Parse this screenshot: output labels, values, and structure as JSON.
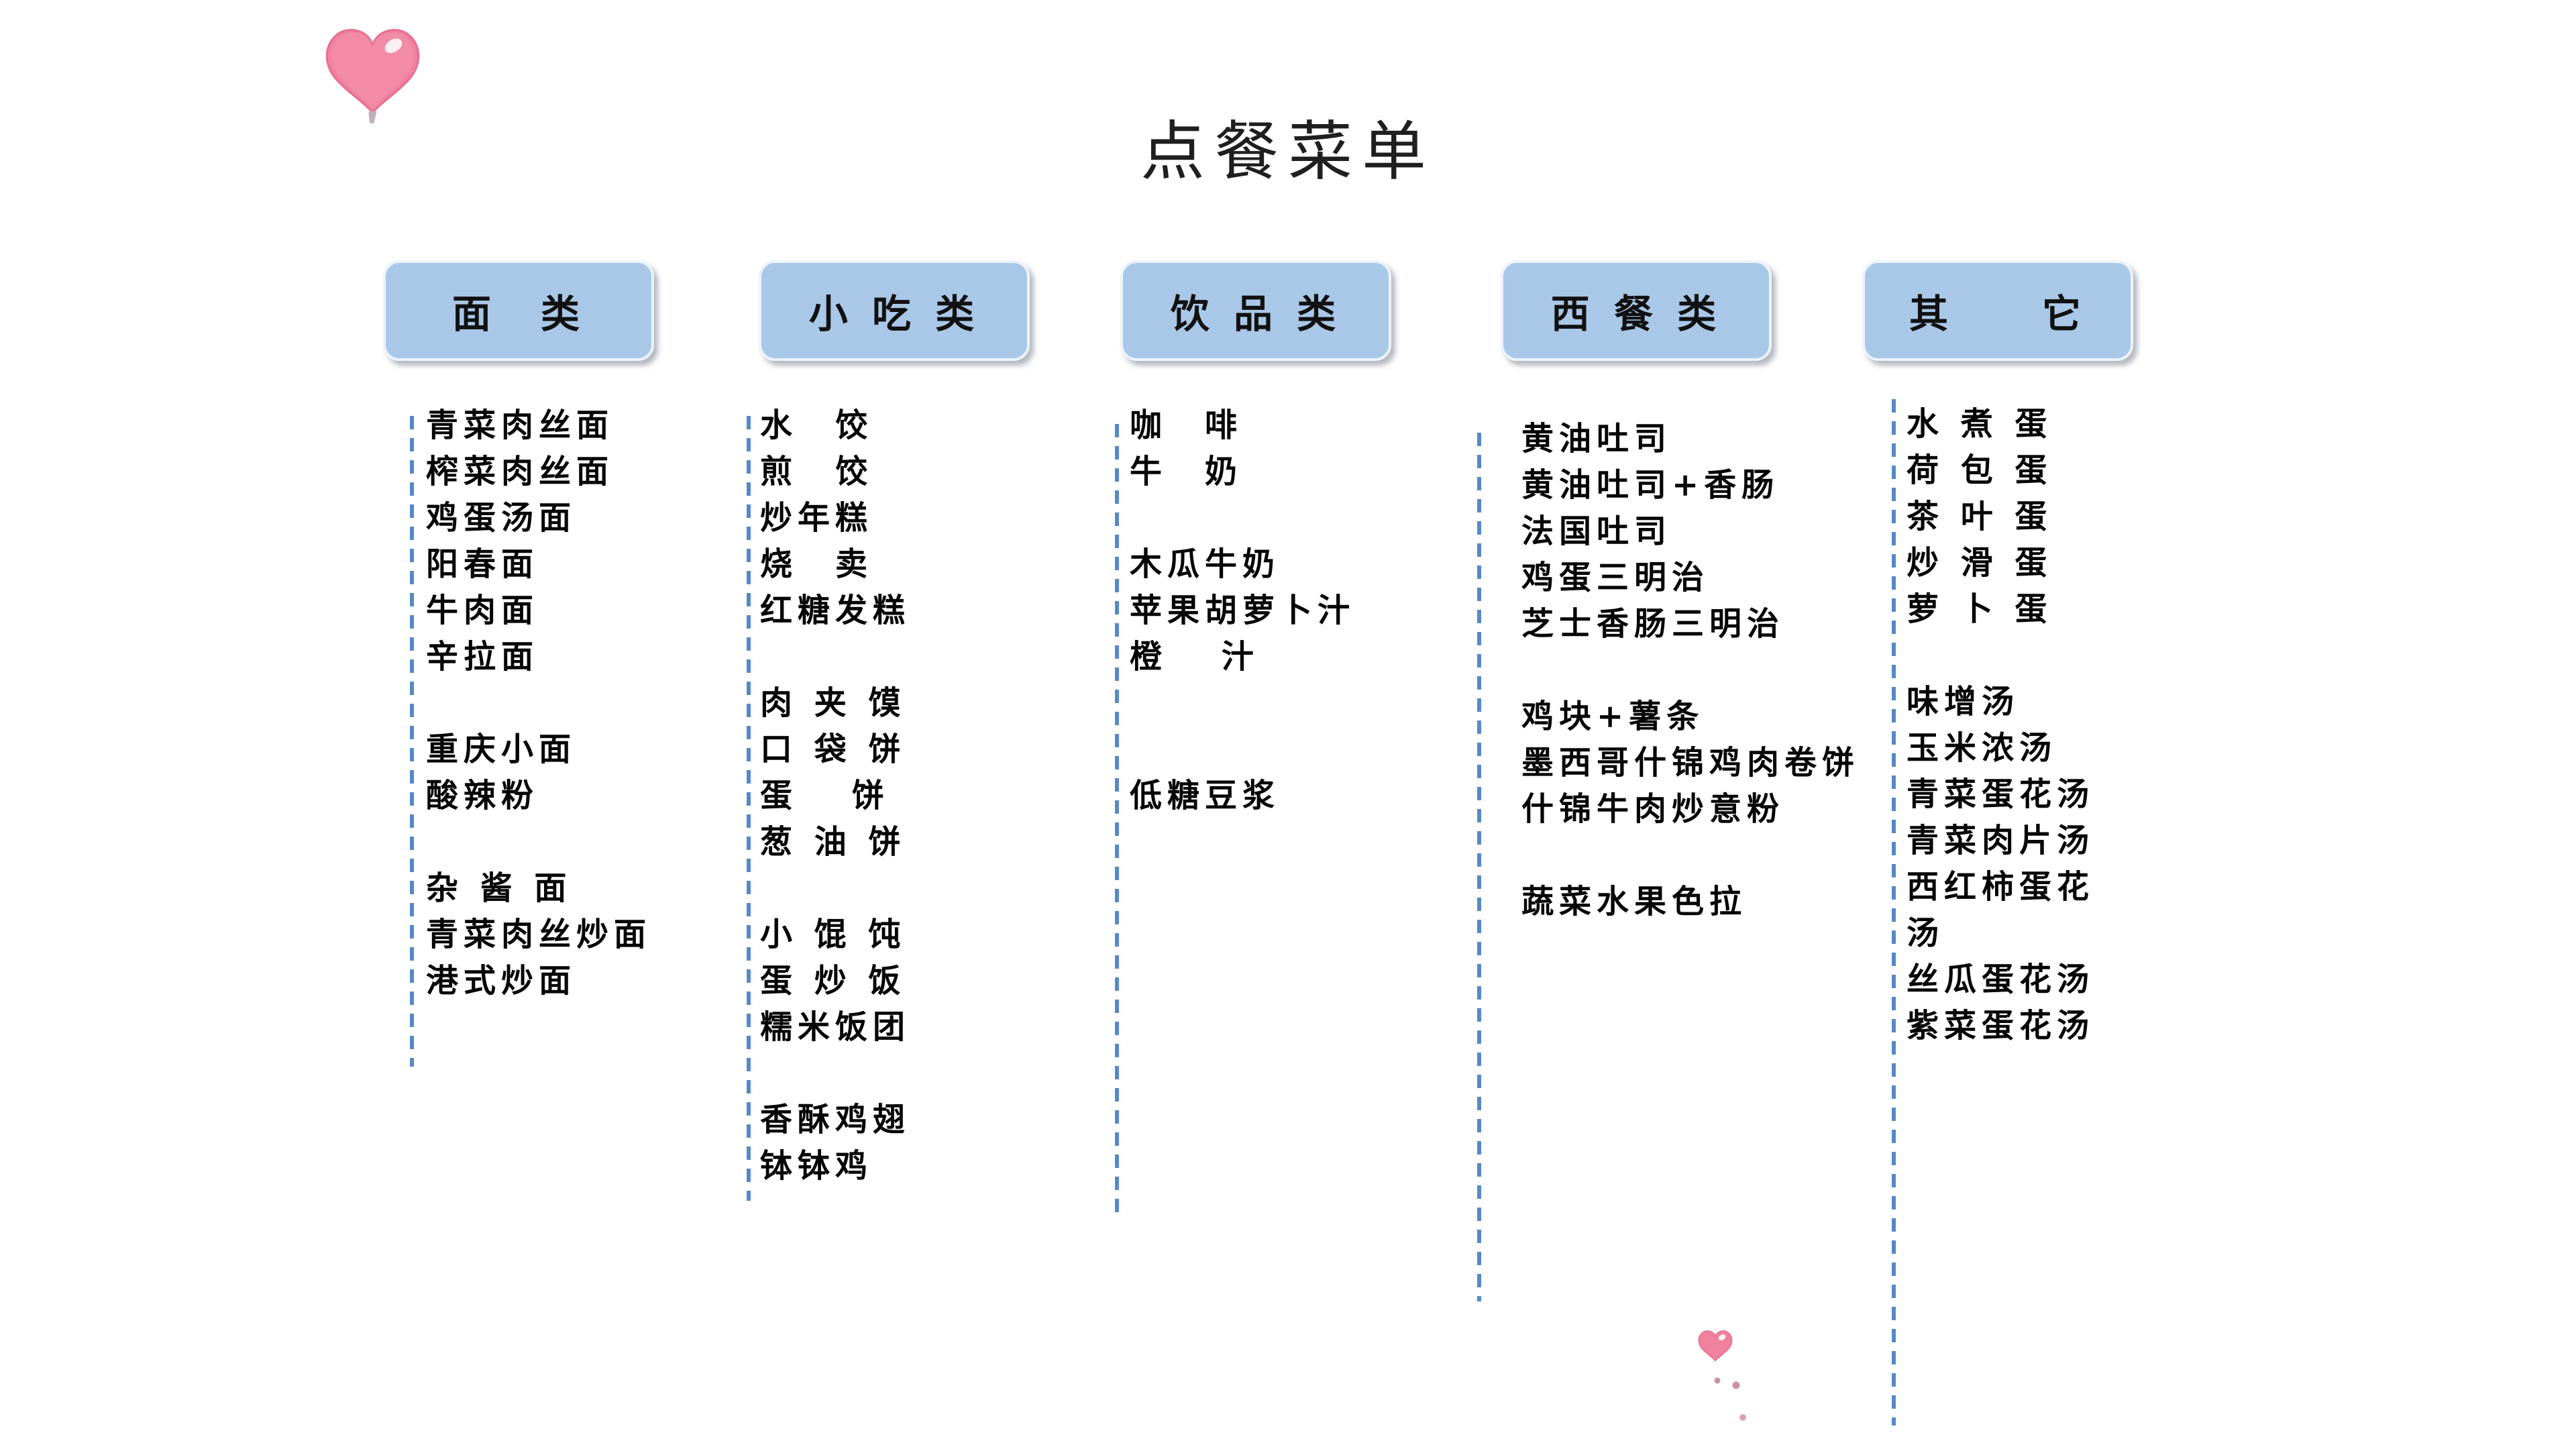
{
  "slide": {
    "title": "点餐菜单",
    "columns": [
      {
        "header": "面　类",
        "items": [
          "青菜肉丝面",
          "榨菜肉丝面",
          "鸡蛋汤面",
          "阳春面",
          "牛肉面",
          "辛拉面",
          "",
          "重庆小面",
          "酸辣粉",
          "",
          "杂 酱 面",
          "青菜肉丝炒面",
          "港式炒面"
        ]
      },
      {
        "header": "小 吃 类",
        "items": [
          "水　饺",
          "煎　饺",
          "炒年糕",
          "烧　卖",
          "红糖发糕",
          "",
          "肉 夹 馍",
          "口 袋 饼",
          "蛋　 饼",
          "葱 油 饼",
          "",
          "小 馄 饨",
          "蛋 炒 饭",
          "糯米饭团",
          "",
          "香酥鸡翅",
          "钵钵鸡"
        ]
      },
      {
        "header": "饮 品 类",
        "items": [
          "咖　啡",
          "牛　奶",
          "",
          "木瓜牛奶",
          "苹果胡萝卜汁",
          "橙　 汁",
          "",
          "",
          "低糖豆浆"
        ]
      },
      {
        "header": "西 餐 类",
        "items": [
          "黄油吐司",
          "黄油吐司+香肠",
          "法国吐司",
          "鸡蛋三明治",
          "芝士香肠三明治",
          "",
          "鸡块+薯条",
          "墨西哥什锦鸡肉卷饼",
          "什锦牛肉炒意粉",
          "",
          "蔬菜水果色拉"
        ]
      },
      {
        "header": "其　　它",
        "items": [
          "水 煮 蛋",
          "荷 包 蛋",
          "茶 叶 蛋",
          "炒 滑 蛋",
          "萝 卜 蛋",
          "",
          "味增汤",
          "玉米浓汤",
          "青菜蛋花汤",
          "青菜肉片汤",
          "西红柿蛋花汤",
          "丝瓜蛋花汤",
          "紫菜蛋花汤"
        ]
      }
    ],
    "decorations": {
      "top_left": "heart-balloon-icon",
      "bottom": "heart-small-icon-with-dots"
    },
    "colors": {
      "header_fill": "#a9c8e8",
      "header_border": "#edf3fb",
      "dash_blue": "#5589c8",
      "heart_pink": "#f0819f",
      "heart_dot": "#bf7490",
      "text": "#050505",
      "background": "#ffffff"
    }
  }
}
